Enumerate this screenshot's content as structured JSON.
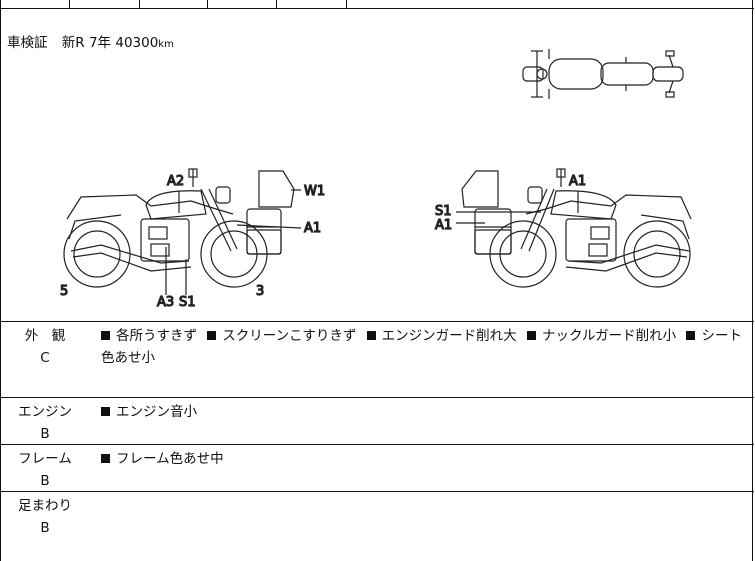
{
  "header": {
    "shaken": "車検証",
    "status": "新R 7年 40300",
    "unit": "km"
  },
  "labels": {
    "left": {
      "a2": "A2",
      "w1": "W1",
      "a1": "A1",
      "a3": "A3",
      "s1": "S1",
      "n5": "5",
      "n3": "3"
    },
    "right": {
      "s1": "S1",
      "a1a": "A1",
      "a1b": "A1"
    }
  },
  "rows": [
    {
      "key": "exterior",
      "label_top": "外　観",
      "grade": "C",
      "items": [
        "各所うすきず",
        "スクリーンこすりきず",
        "エンジンガード削れ大",
        "ナックルガード削れ小",
        "シート色あせ小"
      ]
    },
    {
      "key": "engine",
      "label_top": "エンジン",
      "grade": "B",
      "items": [
        "エンジン音小"
      ]
    },
    {
      "key": "frame",
      "label_top": "フレーム",
      "grade": "B",
      "items": [
        "フレーム色あせ中"
      ]
    },
    {
      "key": "suspension",
      "label_top": "足まわり",
      "grade": "B",
      "items": []
    }
  ]
}
